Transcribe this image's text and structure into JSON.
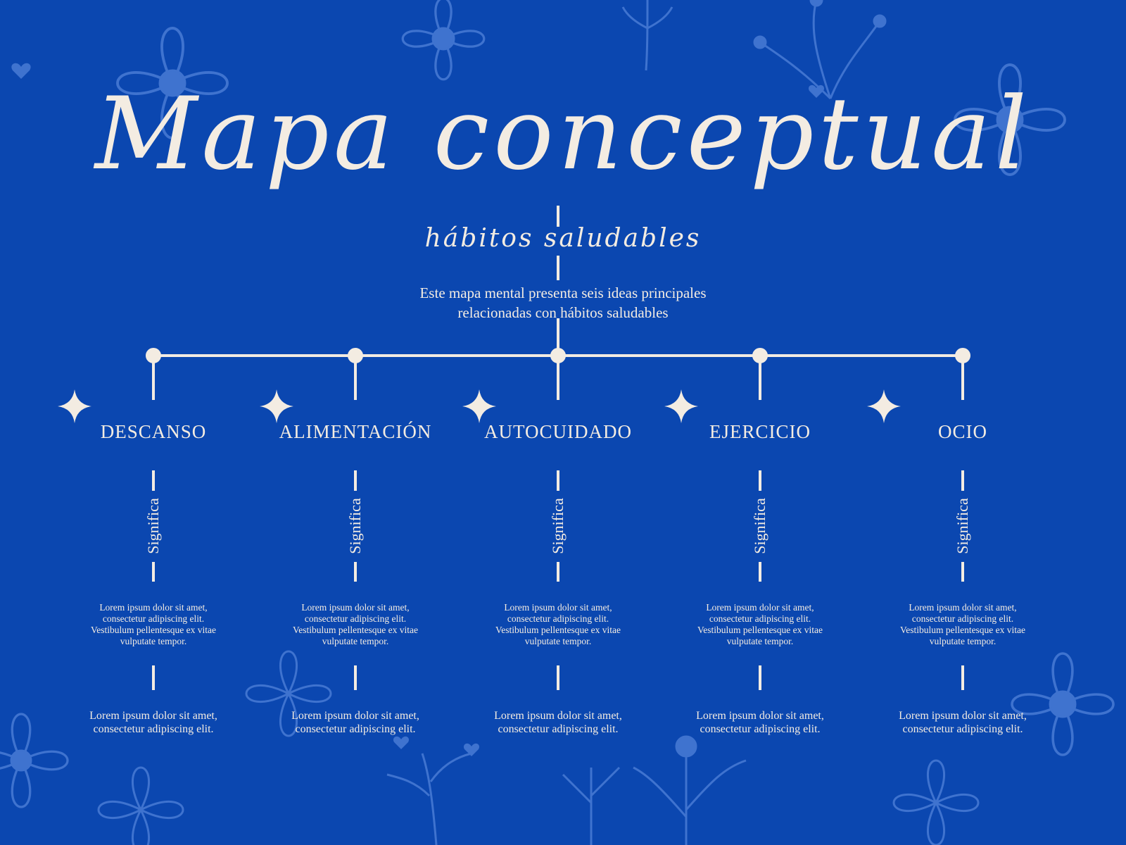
{
  "title": "Mapa conceptual",
  "subtitle": "hábitos saludables",
  "intro_lines": [
    "Este mapa mental presenta seis ideas principales",
    "relacionadas con hábitos saludables"
  ],
  "colors": {
    "background": "#0b47b0",
    "ink": "#f3ece2",
    "decor": "#3f73cf"
  },
  "branches": [
    {
      "heading": "DESCANSO",
      "relation": "Significa",
      "description": [
        "Lorem ipsum dolor sit amet,",
        "consectetur adipiscing elit.",
        "Vestibulum pellentesque ex vitae",
        "vulputate tempor."
      ],
      "detail": [
        "Lorem ipsum dolor sit amet,",
        "consectetur adipiscing elit."
      ]
    },
    {
      "heading": "ALIMENTACIÓN",
      "relation": "Significa",
      "description": [
        "Lorem ipsum dolor sit amet,",
        "consectetur adipiscing elit.",
        "Vestibulum pellentesque ex vitae",
        "vulputate tempor."
      ],
      "detail": [
        "Lorem ipsum dolor sit amet,",
        "consectetur adipiscing elit."
      ]
    },
    {
      "heading": "AUTOCUIDADO",
      "relation": "Significa",
      "description": [
        "Lorem ipsum dolor sit amet,",
        "consectetur adipiscing elit.",
        "Vestibulum pellentesque ex vitae",
        "vulputate tempor."
      ],
      "detail": [
        "Lorem ipsum dolor sit amet,",
        "consectetur adipiscing elit."
      ]
    },
    {
      "heading": "EJERCICIO",
      "relation": "Significa",
      "description": [
        "Lorem ipsum dolor sit amet,",
        "consectetur adipiscing elit.",
        "Vestibulum pellentesque ex vitae",
        "vulputate tempor."
      ],
      "detail": [
        "Lorem ipsum dolor sit amet,",
        "consectetur adipiscing elit."
      ]
    },
    {
      "heading": "OCIO",
      "relation": "Significa",
      "description": [
        "Lorem ipsum dolor sit amet,",
        "consectetur adipiscing elit.",
        "Vestibulum pellentesque ex vitae",
        "vulputate tempor."
      ],
      "detail": [
        "Lorem ipsum dolor sit amet,",
        "consectetur adipiscing elit."
      ]
    }
  ]
}
